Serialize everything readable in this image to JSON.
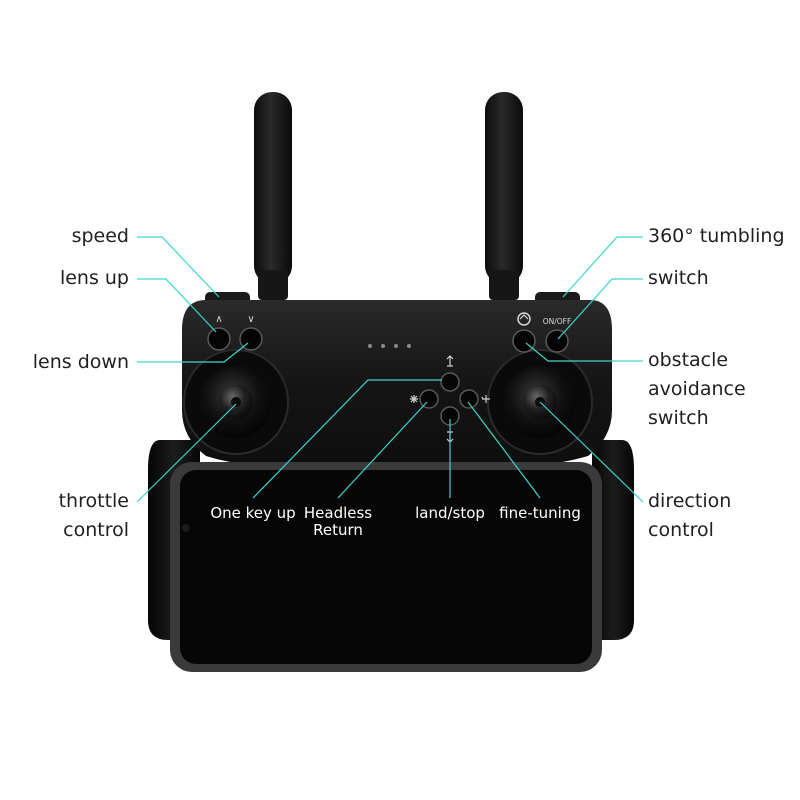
{
  "labels": {
    "speed": "speed",
    "lens_up": "lens up",
    "lens_down": "lens down",
    "throttle_line1": "throttle",
    "throttle_line2": "control",
    "tumbling": "360° tumbling",
    "switch": "switch",
    "obstacle_line1": "obstacle",
    "obstacle_line2": "avoidance",
    "obstacle_line3": "switch",
    "direction_line1": "direction",
    "direction_line2": "control",
    "one_key_up": "One key up",
    "headless_line1": "Headless",
    "headless_line2": "Return",
    "land_stop": "land/stop",
    "fine_tuning": "fine-tuning"
  },
  "button_marks": {
    "up": "∧",
    "down": "∨",
    "on_off": "ON/OFF"
  },
  "colors": {
    "leader_line": "#3ad6c8",
    "body": "#141414",
    "text": "#1f1f1f"
  }
}
